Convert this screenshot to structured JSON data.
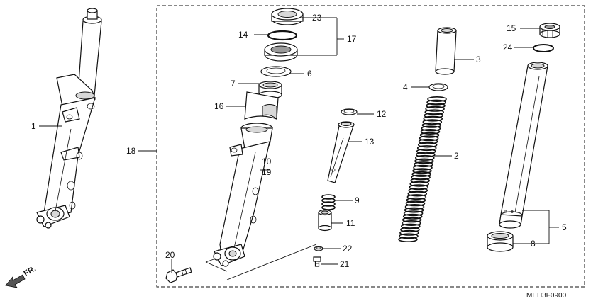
{
  "diagram_code": "MEH3F0900",
  "direction_label": "FR.",
  "callouts": {
    "c1": "1",
    "c2": "2",
    "c3": "3",
    "c4": "4",
    "c5": "5",
    "c6": "6",
    "c7": "7",
    "c8": "8",
    "c9": "9",
    "c10": "10",
    "c11": "11",
    "c12": "12",
    "c13": "13",
    "c14": "14",
    "c15": "15",
    "c16": "16",
    "c17": "17",
    "c18": "18",
    "c19": "19",
    "c20": "20",
    "c21": "21",
    "c22": "22",
    "c23": "23",
    "c24": "24"
  },
  "colors": {
    "line": "#111111",
    "background": "#ffffff",
    "shade": "#d8d8d8"
  }
}
